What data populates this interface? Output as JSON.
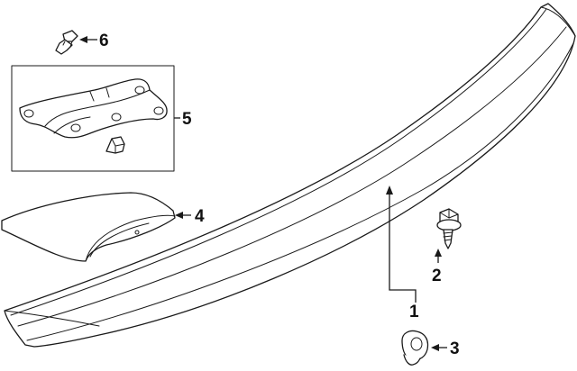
{
  "diagram": {
    "callouts": [
      {
        "id": "callout-1",
        "text": "1"
      },
      {
        "id": "callout-2",
        "text": "2"
      },
      {
        "id": "callout-3",
        "text": "3"
      },
      {
        "id": "callout-4",
        "text": "4"
      },
      {
        "id": "callout-5",
        "text": "5"
      },
      {
        "id": "callout-6",
        "text": "6"
      }
    ],
    "colors": {
      "line": "#1a1a1a",
      "background": "#ffffff"
    }
  }
}
